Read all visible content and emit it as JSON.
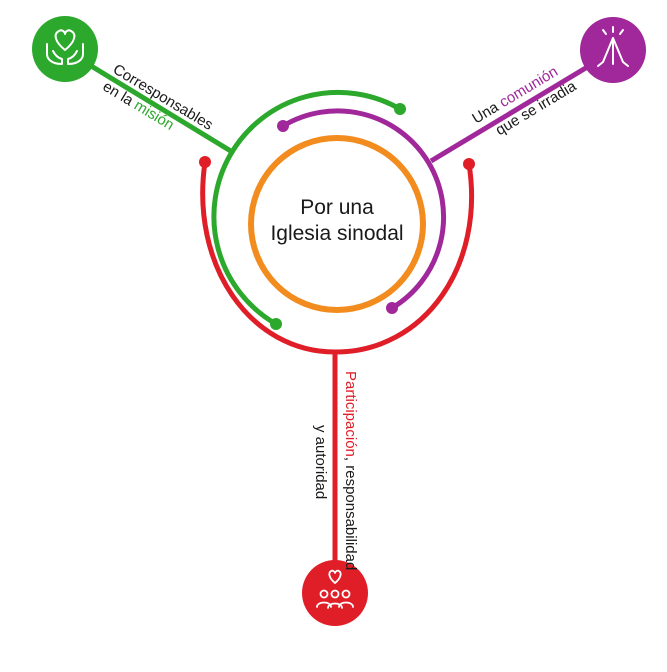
{
  "center": {
    "line1": "Por una",
    "line2": "Iglesia sinodal"
  },
  "branch_green": {
    "line1": "Corresponsables",
    "line2_prefix": "en la ",
    "line2_highlight": "misión",
    "icon": "heart-in-hands-icon",
    "color": "#2ca82c"
  },
  "branch_purple": {
    "line1_prefix": "Una ",
    "line1_highlight": "comunión",
    "line2": "que se irradia",
    "icon": "praying-hands-icon",
    "color": "#a0289a"
  },
  "branch_red": {
    "line1_highlight": "Participación",
    "line1_suffix": ", responsabilidad",
    "line2": "y autoridad",
    "icon": "people-with-heart-icon",
    "color": "#e01e28"
  },
  "colors": {
    "orange": "#f28c1e",
    "text": "#1a1a1a"
  }
}
